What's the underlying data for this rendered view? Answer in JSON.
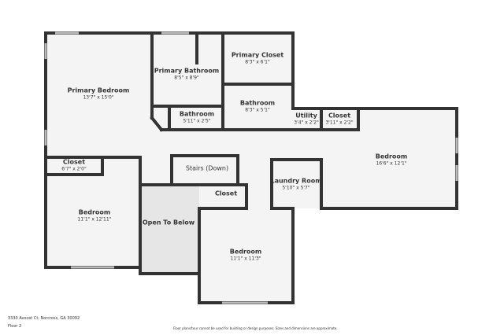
{
  "rooms": [
    {
      "name": "Primary Bedroom",
      "dims": "13'7\" x 15'0\""
    },
    {
      "name": "Primary Bathroom",
      "dims": "8'5\" x 8'9\""
    },
    {
      "name": "Primary Closet",
      "dims": "8'3\" x 6'1\""
    },
    {
      "name": "Bathroom",
      "dims": "8'3\" x 5'1\""
    },
    {
      "name": "Bathroom",
      "dims": "5'11\" x 2'5\""
    },
    {
      "name": "Utility",
      "dims": "3'4\" x 2'2\""
    },
    {
      "name": "Closet",
      "dims": "3'11\" x 2'2\""
    },
    {
      "name": "Bedroom",
      "dims": "16'6\" x 12'1\""
    },
    {
      "name": "Closet",
      "dims": "6'7\" x 2'0\""
    },
    {
      "name": "Stairs (Down)",
      "dims": ""
    },
    {
      "name": "Laundry Room",
      "dims": "5'10\" x 5'7\""
    },
    {
      "name": "Bedroom",
      "dims": "11'1\" x 12'11\""
    },
    {
      "name": "Open To Below",
      "dims": ""
    },
    {
      "name": "Closet",
      "dims": ""
    },
    {
      "name": "Bedroom",
      "dims": "11'1\" x 11'3\""
    }
  ],
  "footer": {
    "address": "3330 Avocet Ct, Norcross, GA 30092",
    "floor": "Floor 2",
    "disclaimer": "Floor plans/tour cannot be used for building or design purposes. Sizes and dimensions are approximate."
  },
  "colors": {
    "wall": "#333333",
    "floor": "#f4f4f4",
    "open_to_below": "#e6e6e6"
  }
}
